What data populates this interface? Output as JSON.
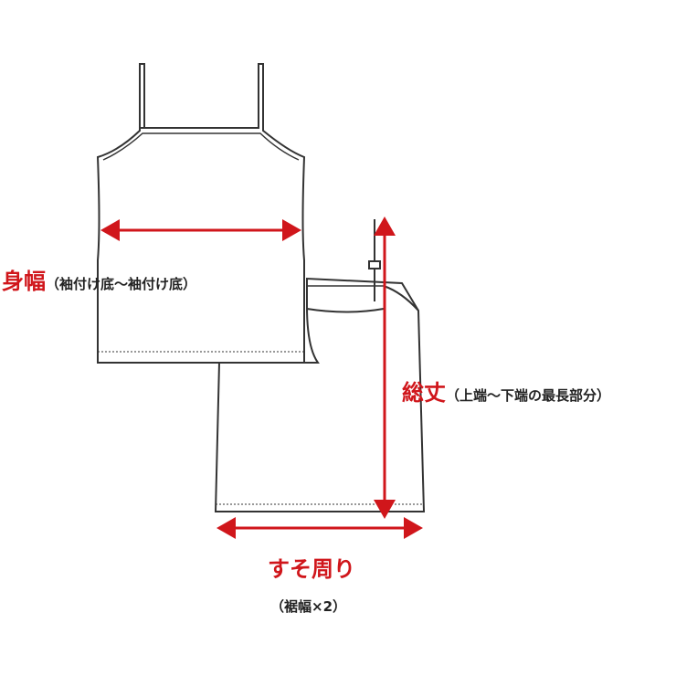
{
  "measurements": {
    "body_width": {
      "label": "身幅",
      "note": "（袖付け底〜袖付け底）"
    },
    "total_length": {
      "label": "総丈",
      "note": "（上端〜下端の最長部分）"
    },
    "hem_circumference": {
      "label": "すそ周り",
      "note": "（裾幅×2）"
    }
  },
  "colors": {
    "arrow": "#d0161b",
    "label_accent": "#d0161b",
    "garment_outline": "#333333"
  }
}
